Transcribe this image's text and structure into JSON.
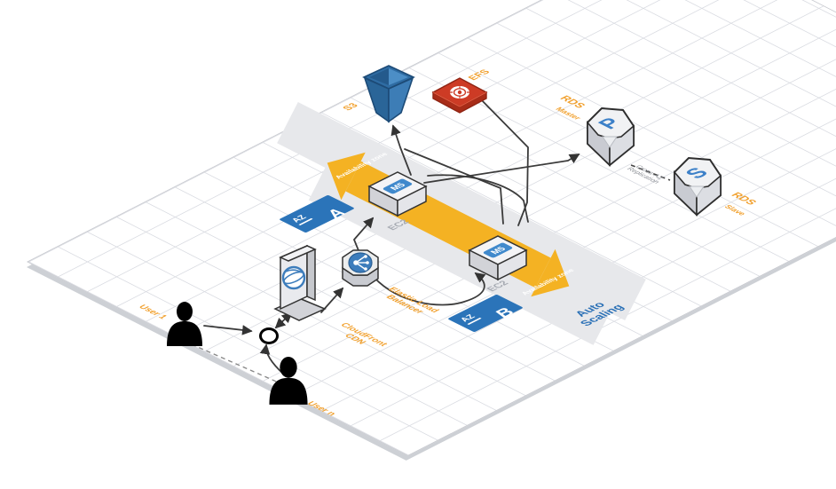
{
  "diagram": {
    "title_hint": "AWS isometric web architecture diagram",
    "colors": {
      "label_orange": "#F1A02D",
      "band_yellow": "#F4B223",
      "az_blue": "#2B74B9",
      "text_blue": "#2A70B6",
      "instance_tag_blue": "#4089CC",
      "rds_letter_blue": "#3C80C8",
      "efs_red": "#CD3B25",
      "s3_blue": "#2F6CA3",
      "connector_dark": "#3B3B3B",
      "strip_gray": "#E7E8EB",
      "grid_gray": "#DADCE2"
    },
    "labels": {
      "user1": "User 1",
      "user_n": "User n",
      "cloudfront": "CloudFront\nCDN",
      "elb": "Elastic Load\nBalancer",
      "s3": "S3",
      "efs": "EFS",
      "rds_master_title": "RDS",
      "rds_master_sub": "Master",
      "rds_slave_title": "RDS",
      "rds_slave_sub": "Slave",
      "rds_primary_letter": "P",
      "rds_secondary_letter": "S",
      "cross_az": "Cross-AZ\nReplication",
      "az_a_prefix": "AZ",
      "az_a_letter": "A",
      "az_b_prefix": "AZ",
      "az_b_letter": "B",
      "ec2_a": "EC2",
      "ec2_b": "EC2",
      "m5_a": "M5",
      "m5_b": "M5",
      "auto_scaling": "Auto\nScaling",
      "availability_zone_a": "Availability zone",
      "availability_zone_b": "Availability zone"
    },
    "icons": [
      "user-icon",
      "user-icon",
      "network-junction-ring-icon",
      "cloudfront-icon",
      "elastic-load-balancer-icon",
      "ec2-m5-instance-icon",
      "ec2-m5-instance-icon",
      "s3-bucket-icon",
      "efs-icon",
      "rds-primary-icon",
      "rds-secondary-icon"
    ],
    "connections": [
      "user1 -> junction",
      "user-n -> junction",
      "junction <-> cloudfront",
      "cloudfront -> elb",
      "elb -> m5-az-a",
      "elb -> m5-az-b",
      "m5-az-a -> s3",
      "m5-az-b -> s3",
      "m5-az-b -> efs",
      "m5-az-a -> rds-master",
      "m5-az-a -> m5-az-b",
      "user1 -- user-n (dashed)",
      "rds-master -- rds-slave (dashed cross-az replication)"
    ]
  }
}
